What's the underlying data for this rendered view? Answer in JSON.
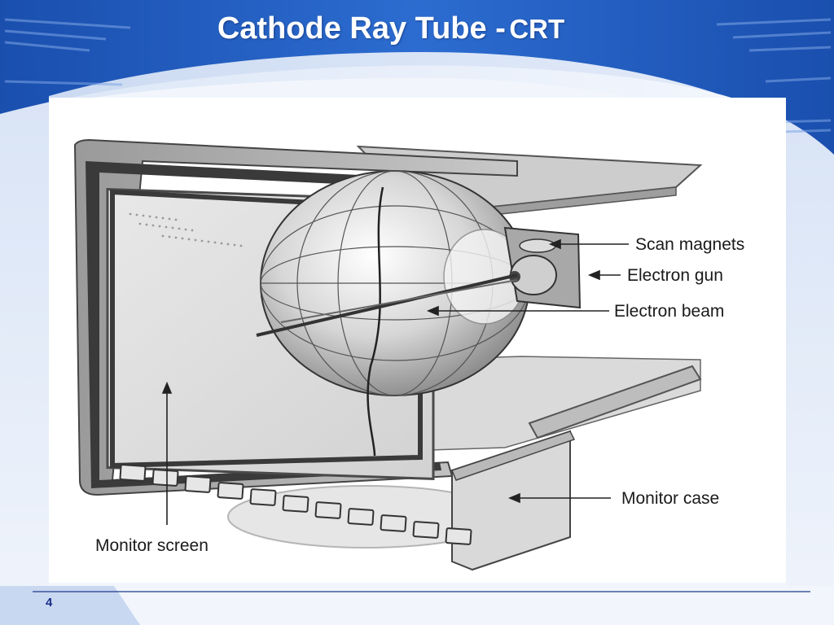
{
  "slide": {
    "title_main": "Cathode Ray Tube -",
    "title_abbr": "CRT",
    "page_number": "4"
  },
  "diagram": {
    "labels": {
      "scan_magnets": "Scan magnets",
      "electron_gun": "Electron gun",
      "electron_beam": "Electron beam",
      "monitor_case": "Monitor case",
      "monitor_screen": "Monitor screen"
    }
  },
  "colors": {
    "header_blue": "#1d56b4",
    "footer_line": "#1e3a8a",
    "page_number": "#1b2f8a"
  }
}
